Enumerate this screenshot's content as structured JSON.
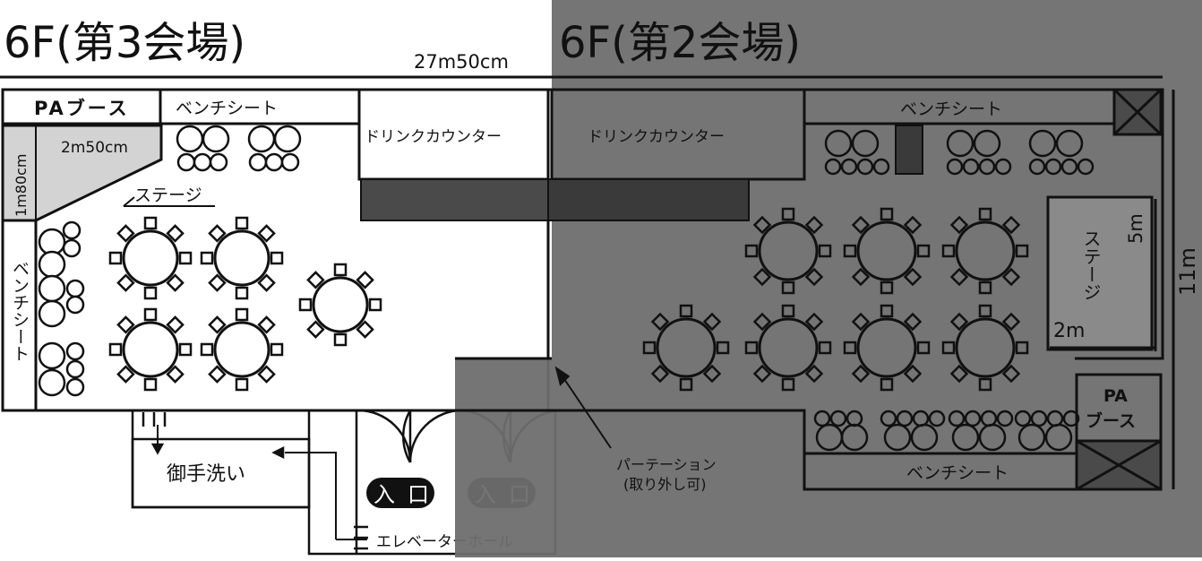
{
  "titles": {
    "left": "6F(第3会場)",
    "right": "6F(第2会場)",
    "width_dim": "27m50cm"
  },
  "left_hall": {
    "pa_booth": "PAブース",
    "bench_top": "ベンチシート",
    "bench_left": "ベンチシート",
    "stage_label": "ステージ",
    "stage_width": "2m50cm",
    "stage_depth": "1m80cm",
    "drink_counter": "ドリンクカウンター"
  },
  "right_hall": {
    "drink_counter": "ドリンクカウンター",
    "bench_top": "ベンチシート",
    "bench_bottom": "ベンチシート",
    "stage_label": "ステージ",
    "stage_depth": "5m",
    "stage_width": "2m",
    "height_dim": "11m",
    "pa_line1": "PA",
    "pa_line2": "ブース"
  },
  "common": {
    "restroom": "御手洗い",
    "partition_line1": "パーテーション",
    "partition_line2": "(取り外し可)",
    "entrance_left": "入口",
    "entrance_right": "入口",
    "elevator_hall": "エレベーターホール"
  },
  "colors": {
    "overlay": "#6e6e6e",
    "dark_block": "#4a4a4a",
    "stage_gray": "#d3d3d3",
    "line": "#111111"
  }
}
